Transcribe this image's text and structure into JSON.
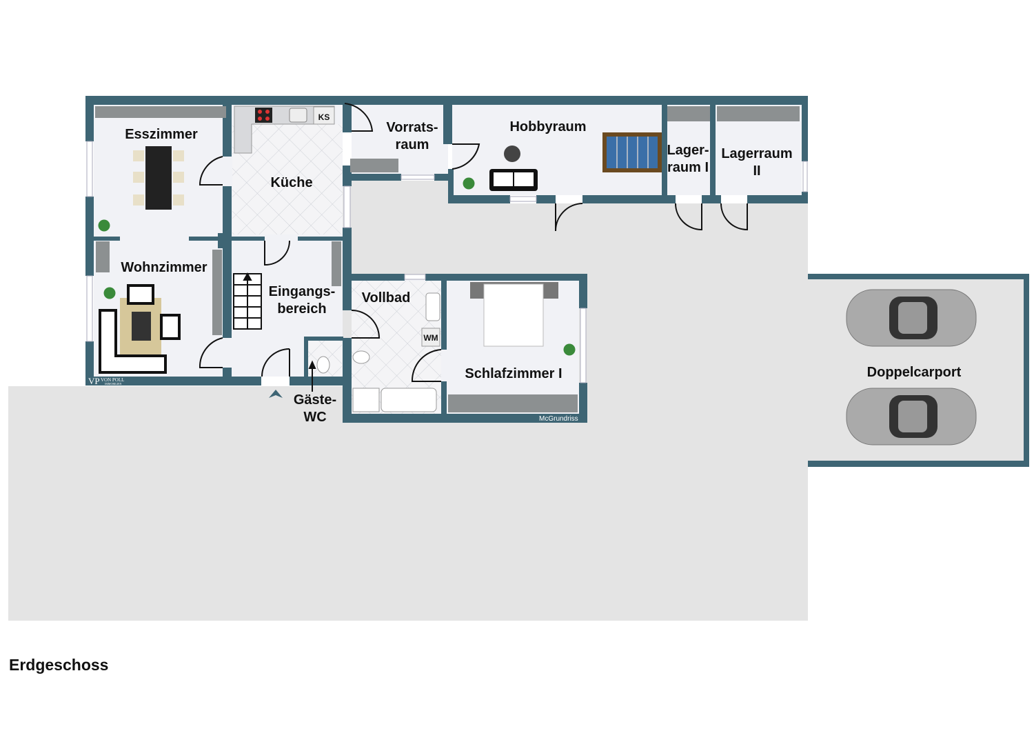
{
  "plan": {
    "floor_title": "Erdgeschoss",
    "colors": {
      "wall": "#3e6574",
      "room": "#f1f2f6",
      "ground": "#e4e4e4"
    },
    "rooms": [
      {
        "id": "esszimmer",
        "lines": [
          "Esszimmer"
        ]
      },
      {
        "id": "kueche",
        "lines": [
          "Küche"
        ]
      },
      {
        "id": "vorratsraum",
        "lines": [
          "Vorrats-",
          "raum"
        ]
      },
      {
        "id": "hobbyraum",
        "lines": [
          "Hobbyraum"
        ]
      },
      {
        "id": "lagerraum-1",
        "lines": [
          "Lager-",
          "raum I"
        ]
      },
      {
        "id": "lagerraum-2",
        "lines": [
          "Lagerraum",
          "II"
        ]
      },
      {
        "id": "wohnzimmer",
        "lines": [
          "Wohnzimmer"
        ]
      },
      {
        "id": "eingangsbereich",
        "lines": [
          "Eingangs-",
          "bereich"
        ]
      },
      {
        "id": "vollbad",
        "lines": [
          "Vollbad"
        ]
      },
      {
        "id": "schlafzimmer-1",
        "lines": [
          "Schlafzimmer I"
        ]
      },
      {
        "id": "gaeste-wc",
        "lines": [
          "Gäste-",
          "WC"
        ]
      },
      {
        "id": "doppelcarport",
        "lines": [
          "Doppelcarport"
        ]
      }
    ],
    "fixtures": {
      "fridge": "KS",
      "washer": "WM"
    },
    "credit": "McGrundriss",
    "logo": {
      "mark": "VP",
      "name": "VON POLL",
      "sub": "IMMOBILIEN"
    }
  }
}
